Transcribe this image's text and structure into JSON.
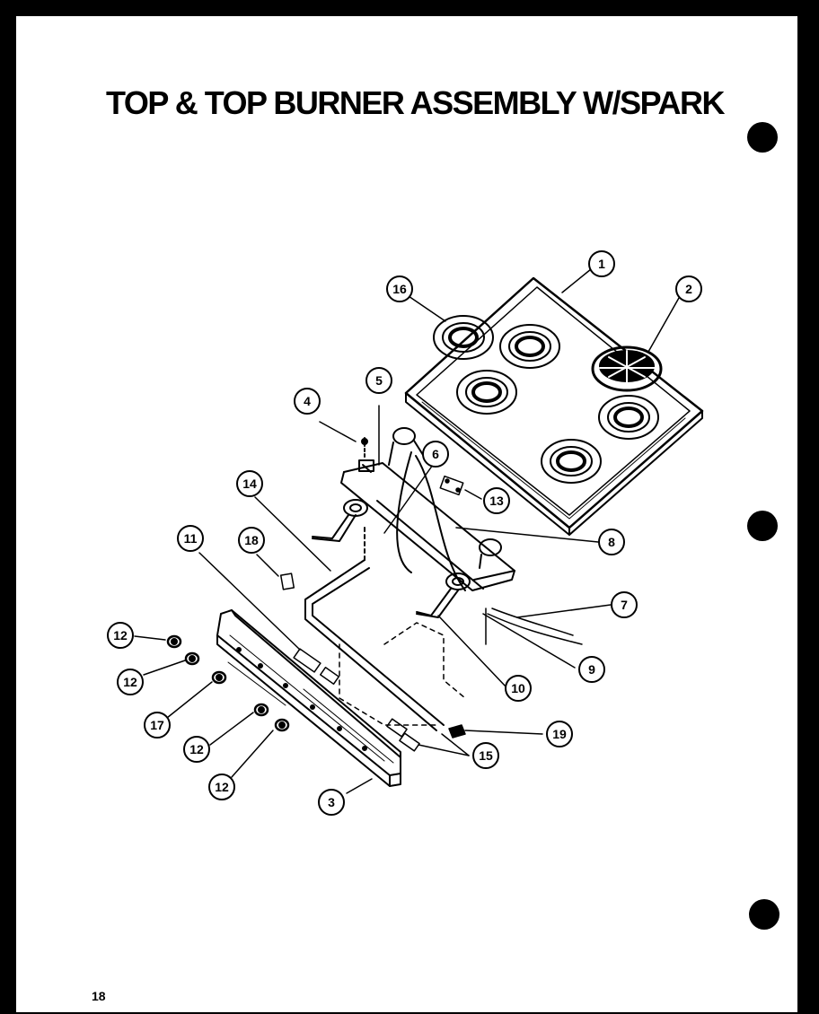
{
  "title": "TOP & TOP BURNER ASSEMBLY W/SPARK",
  "page_number": "18",
  "callouts": [
    {
      "id": "c1",
      "label": "1"
    },
    {
      "id": "c2",
      "label": "2"
    },
    {
      "id": "c16",
      "label": "16"
    },
    {
      "id": "c5",
      "label": "5"
    },
    {
      "id": "c4",
      "label": "4"
    },
    {
      "id": "c6",
      "label": "6"
    },
    {
      "id": "c13",
      "label": "13"
    },
    {
      "id": "c14",
      "label": "14"
    },
    {
      "id": "c8",
      "label": "8"
    },
    {
      "id": "c11",
      "label": "11"
    },
    {
      "id": "c18",
      "label": "18"
    },
    {
      "id": "c7",
      "label": "7"
    },
    {
      "id": "c12a",
      "label": "12"
    },
    {
      "id": "c12b",
      "label": "12"
    },
    {
      "id": "c17",
      "label": "17"
    },
    {
      "id": "c9",
      "label": "9"
    },
    {
      "id": "c10",
      "label": "10"
    },
    {
      "id": "c19",
      "label": "19"
    },
    {
      "id": "c12c",
      "label": "12"
    },
    {
      "id": "c15",
      "label": "15"
    },
    {
      "id": "c12d",
      "label": "12"
    },
    {
      "id": "c3",
      "label": "3"
    }
  ]
}
